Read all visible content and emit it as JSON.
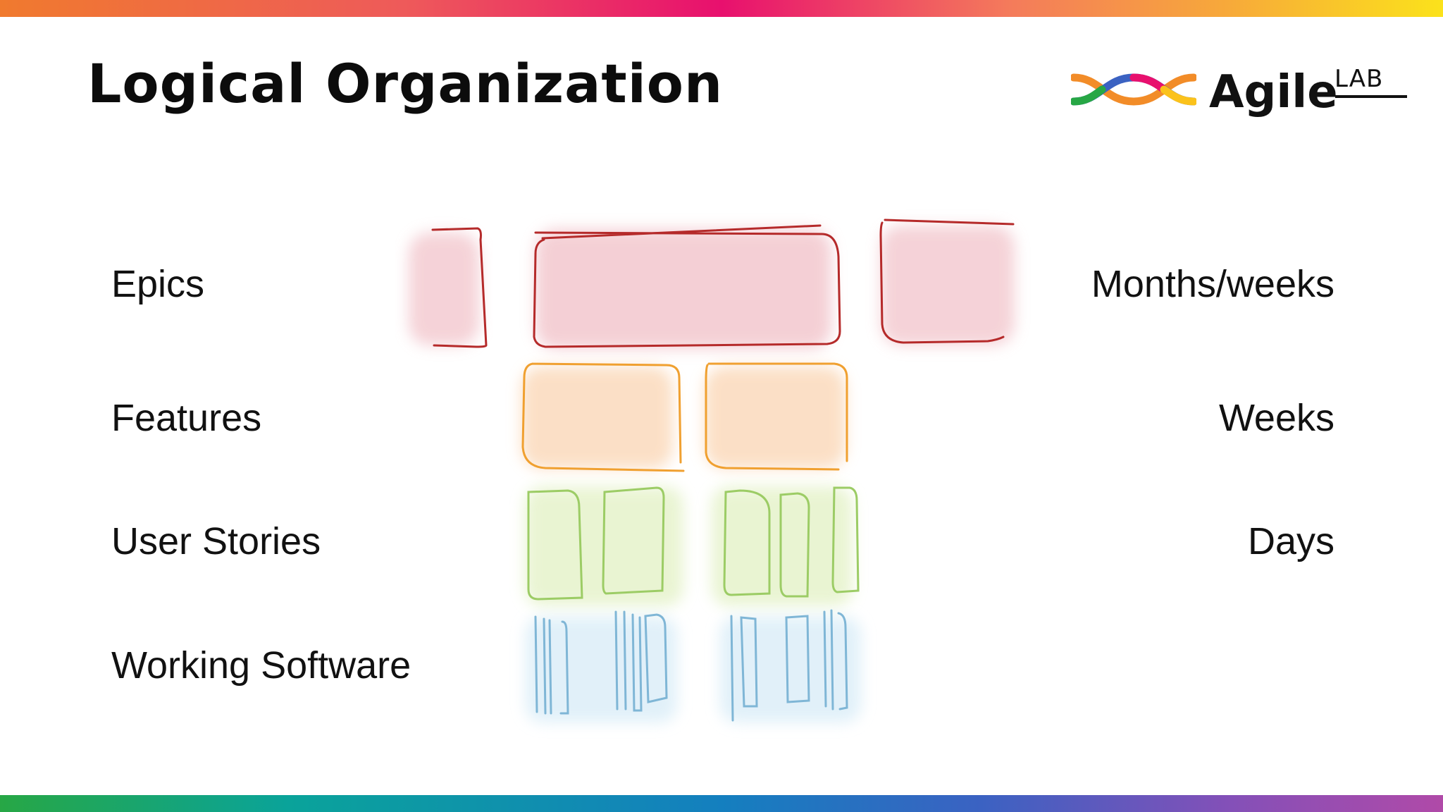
{
  "slide": {
    "title": "Logical Organization"
  },
  "logo": {
    "word": "Agile",
    "superscript": "LAB",
    "icon": "dna-helix-icon",
    "colors": [
      "#f28c28",
      "#e8106e",
      "#3b62c2",
      "#27a745",
      "#fbe21b"
    ]
  },
  "levels": [
    {
      "name": "Epics",
      "duration": "Months/weeks",
      "color": "#c0392b",
      "fill": "#f2c4cb"
    },
    {
      "name": "Features",
      "duration": "Weeks",
      "color": "#f0a030",
      "fill": "#fbd8b8"
    },
    {
      "name": "User Stories",
      "duration": "Days",
      "color": "#9ccc65",
      "fill": "#e4f2c8"
    },
    {
      "name": "Working Software",
      "duration": "",
      "color": "#7fb6d6",
      "fill": "#dceef8"
    }
  ],
  "accent_bars": {
    "top": [
      "#f07a2e",
      "#e8106e",
      "#fbe21b"
    ],
    "bottom": [
      "#27a745",
      "#147fbf",
      "#b04aa8"
    ]
  }
}
